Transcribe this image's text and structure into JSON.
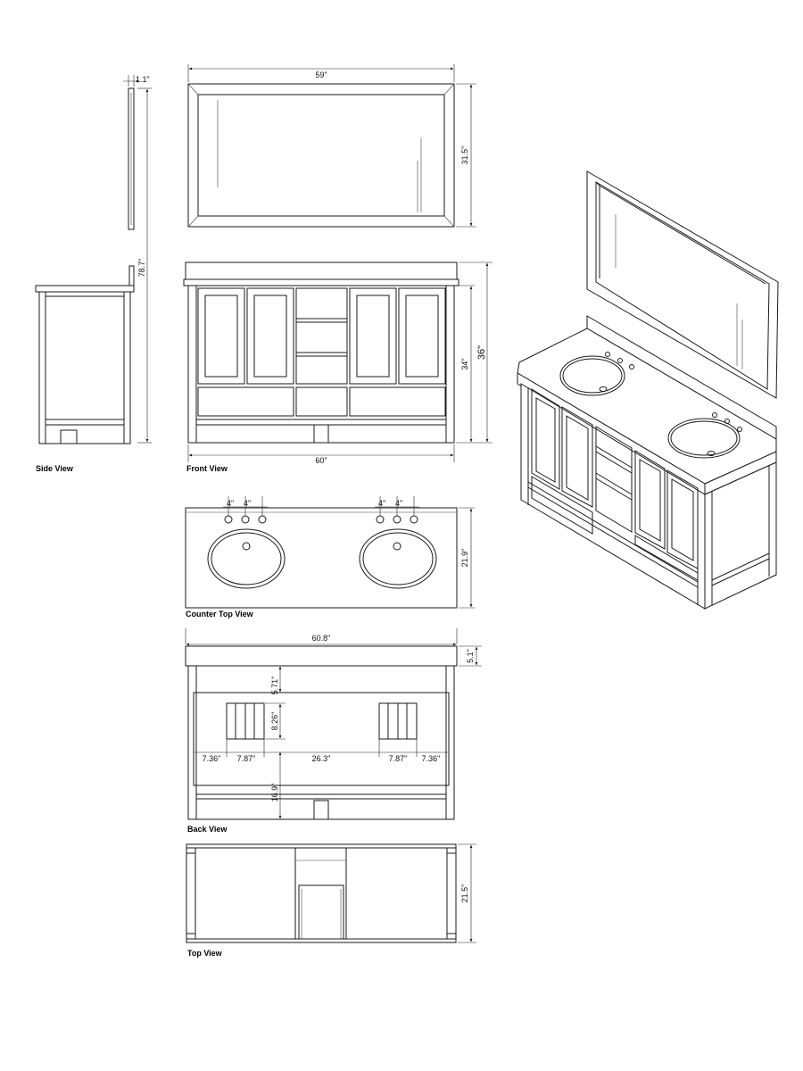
{
  "views": {
    "side": "Side View",
    "front": "Front View",
    "counter": "Counter Top View",
    "back": "Back View",
    "top": "Top View"
  },
  "dims": {
    "mirror_depth": "1.1\"",
    "mirror_width": "59\"",
    "mirror_height": "31.5\"",
    "total_height": "78.7\"",
    "vanity_height": "36\"",
    "cabinet_height": "34\"",
    "vanity_width": "60\"",
    "faucet_spacing_1": "4\"",
    "faucet_spacing_2": "4\"",
    "faucet_spacing_3": "4\"",
    "faucet_spacing_4": "4\"",
    "counter_depth": "21.9\"",
    "top_width": "60.8\"",
    "splash_height": "5.1\"",
    "back_top_offset": "5.71\"",
    "back_opening_height": "8.26\"",
    "back_side_left": "7.36\"",
    "back_opening_left": "7.87\"",
    "back_center": "26.3\"",
    "back_opening_right": "7.87\"",
    "back_side_right": "7.36\"",
    "back_bottom_offset": "16.9\"",
    "cabinet_depth": "21.5\""
  }
}
